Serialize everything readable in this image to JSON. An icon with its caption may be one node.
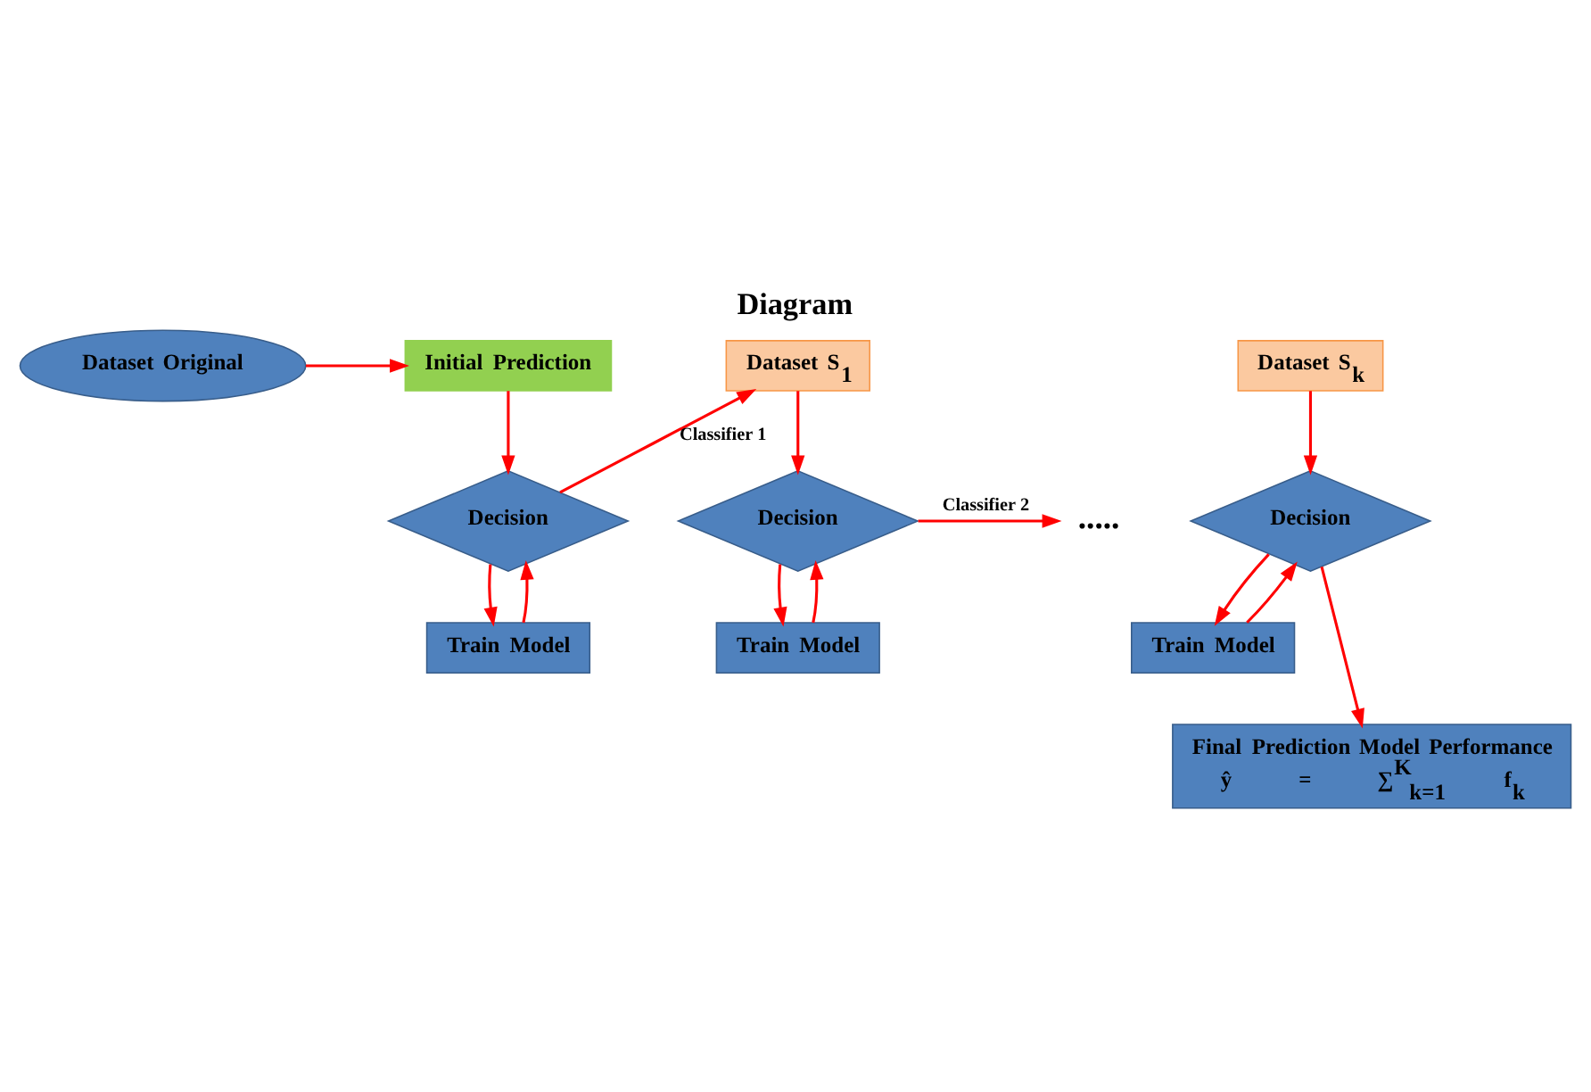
{
  "diagram": {
    "title": "Diagram",
    "nodes": [
      {
        "text": [
          "Dataset Original"
        ]
      },
      {
        "text": [
          "Initial Prediction"
        ]
      },
      {
        "text": [
          "Decision"
        ]
      },
      {
        "text": [
          "Train Model"
        ]
      },
      {
        "text": [
          "Dataset S$_{1}$"
        ]
      },
      {
        "text": [
          "Decision"
        ]
      },
      {
        "text": [
          "Train Model"
        ]
      },
      {
        "text": [
          "....."
        ]
      },
      {
        "text": [
          "Dataset S$_{k}$"
        ]
      },
      {
        "text": [
          "Decision"
        ]
      },
      {
        "text": [
          "Train Model"
        ]
      },
      {
        "text": [
          "Final Prediction Model Performance",
          "ŷ = ∑$^{K}$$_{k=1}$ f$_{k}$"
        ]
      }
    ],
    "edges": [
      {
        "from": 0,
        "to": 1,
        "arrow": "to"
      },
      {
        "from": 1,
        "to": 2,
        "arrow": "to"
      },
      {
        "from": 2,
        "to": 3,
        "arrow": "to"
      },
      {
        "from": 3,
        "to": 2,
        "arrow": "to"
      },
      {
        "from": 2,
        "to": 4,
        "arrow": "to",
        "label": "Classifier 1"
      },
      {
        "from": 4,
        "to": 5,
        "arrow": "to"
      },
      {
        "from": 5,
        "to": 6,
        "arrow": "to"
      },
      {
        "from": 6,
        "to": 5,
        "arrow": "to"
      },
      {
        "from": 5,
        "to": 7,
        "arrow": "to",
        "label": "Classifier 2"
      },
      {
        "from": 8,
        "to": 9,
        "arrow": "to"
      },
      {
        "from": 9,
        "to": 10,
        "arrow": "to"
      },
      {
        "from": 10,
        "to": 9,
        "arrow": "to"
      },
      {
        "from": 9,
        "to": 11,
        "arrow": "to"
      }
    ]
  }
}
